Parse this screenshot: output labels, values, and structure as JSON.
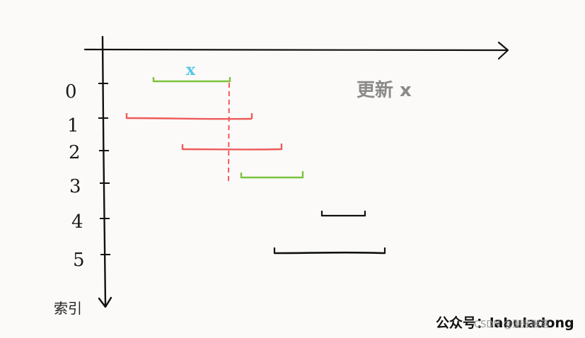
{
  "diagram": {
    "caption": "更新 x",
    "x_label": "x",
    "y_axis_title": "索引",
    "indices": [
      "0",
      "1",
      "2",
      "3",
      "4",
      "5"
    ],
    "watermark": "公众号：labuladong",
    "csdn_mark": "CSDN @潮涨潮落",
    "colors": {
      "green": "#7cc33a",
      "red": "#ee5b5b",
      "black": "#111111",
      "cyan": "#55c8e6",
      "caption_gray": "#8a8a8a",
      "axis": "#111111"
    }
  }
}
